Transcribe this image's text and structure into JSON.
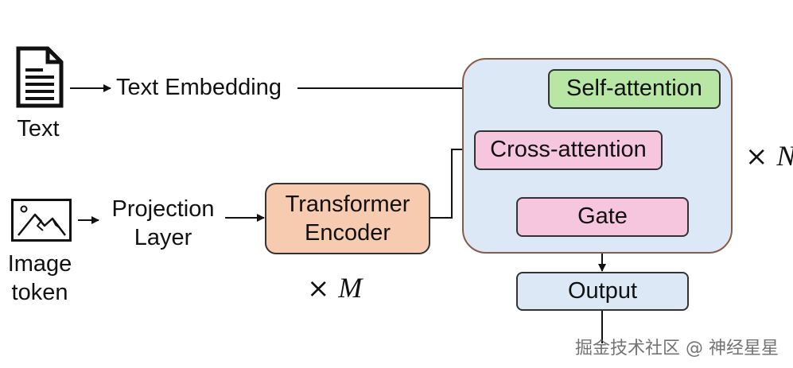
{
  "inputs": {
    "text_icon_label": "Text",
    "text_embedding_label": "Text Embedding",
    "image_icon_label": "Image\ntoken",
    "projection_label": "Projection\nLayer"
  },
  "encoder": {
    "label": "Transformer\nEncoder",
    "repeat_symbol": "×",
    "repeat_var": "M"
  },
  "decoder_block": {
    "self_attention": "Self-attention",
    "cross_attention": "Cross-attention",
    "gate": "Gate",
    "repeat_symbol": "×",
    "repeat_var": "N"
  },
  "output": {
    "label": "Output"
  },
  "watermark": "掘金技术社区 @ 神经星星",
  "colors": {
    "encoder_fill": "#f6cbb0",
    "outer_block_fill": "#dce8f5",
    "outer_block_border": "#8a5a44",
    "self_attention_fill": "#b8e6a4",
    "cross_attention_fill": "#f6c6df",
    "gate_fill": "#f6c6df",
    "output_fill": "#dce8f5"
  }
}
